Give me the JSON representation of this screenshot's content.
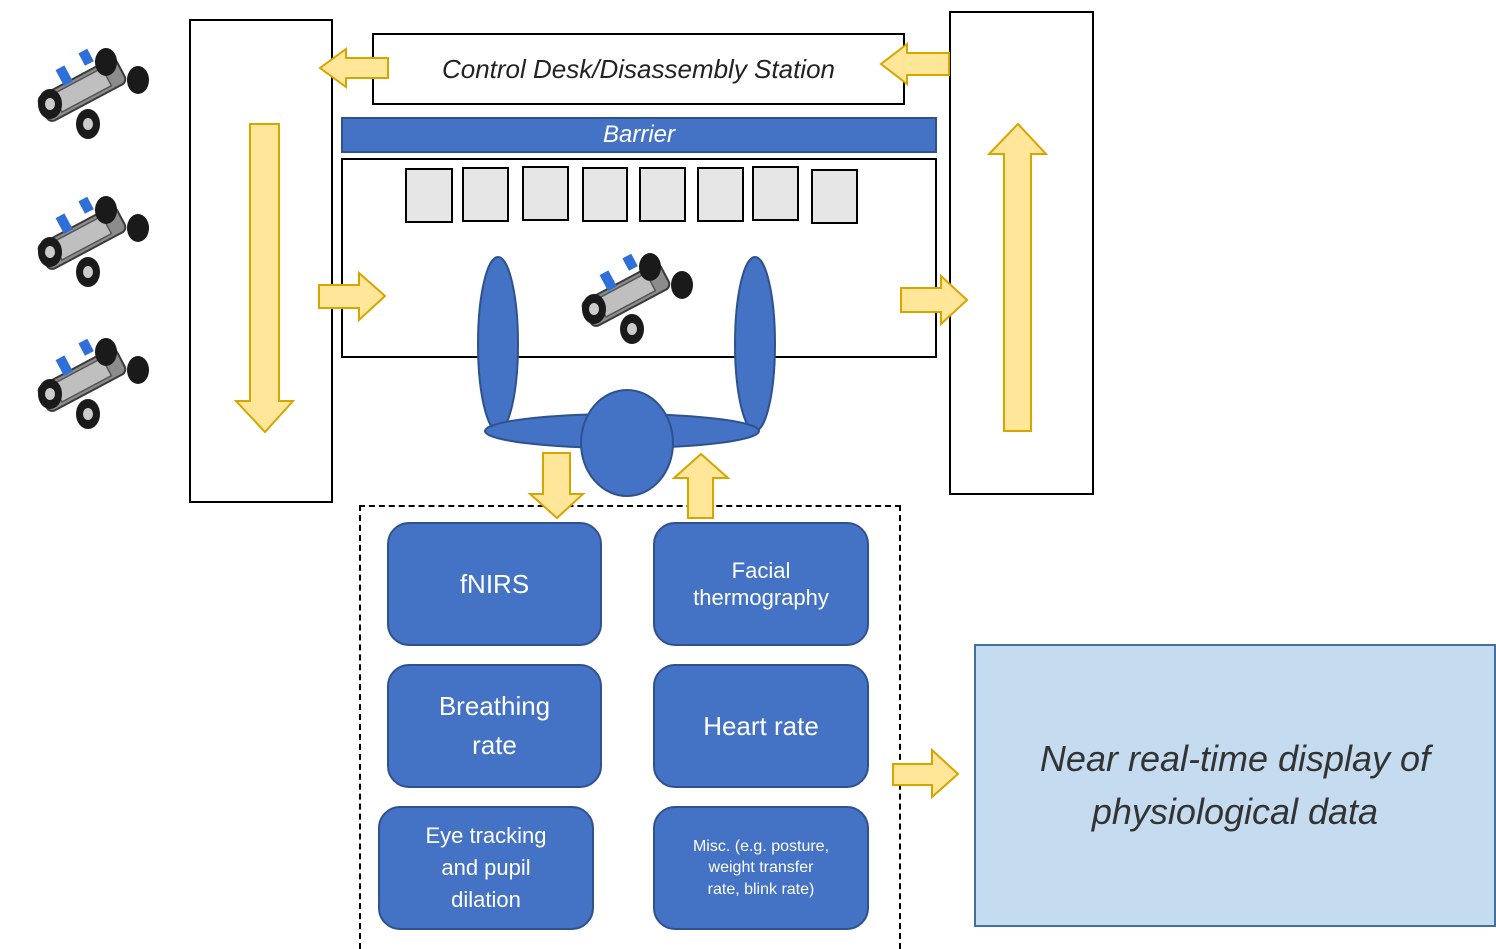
{
  "control_desk": {
    "label": "Control Desk/Disassembly Station"
  },
  "barrier": {
    "label": "Barrier"
  },
  "sensors": [
    {
      "label": "fNIRS"
    },
    {
      "label": "Facial thermography"
    },
    {
      "label": "Breathing rate"
    },
    {
      "label": "Heart rate"
    },
    {
      "label": "Eye tracking and pupil dilation"
    },
    {
      "label": "Misc. (e.g. posture, weight transfer rate, blink rate)"
    }
  ],
  "display": {
    "label": "Near real-time display of physiological data"
  },
  "colors": {
    "blue": "#4472c4",
    "arrow_fill": "#ffe699",
    "arrow_stroke": "#d6a500",
    "display_bg": "#c5dcf0"
  },
  "icons": [
    "toy-car-icon",
    "worker-top-view-icon",
    "flow-arrow-icon"
  ]
}
